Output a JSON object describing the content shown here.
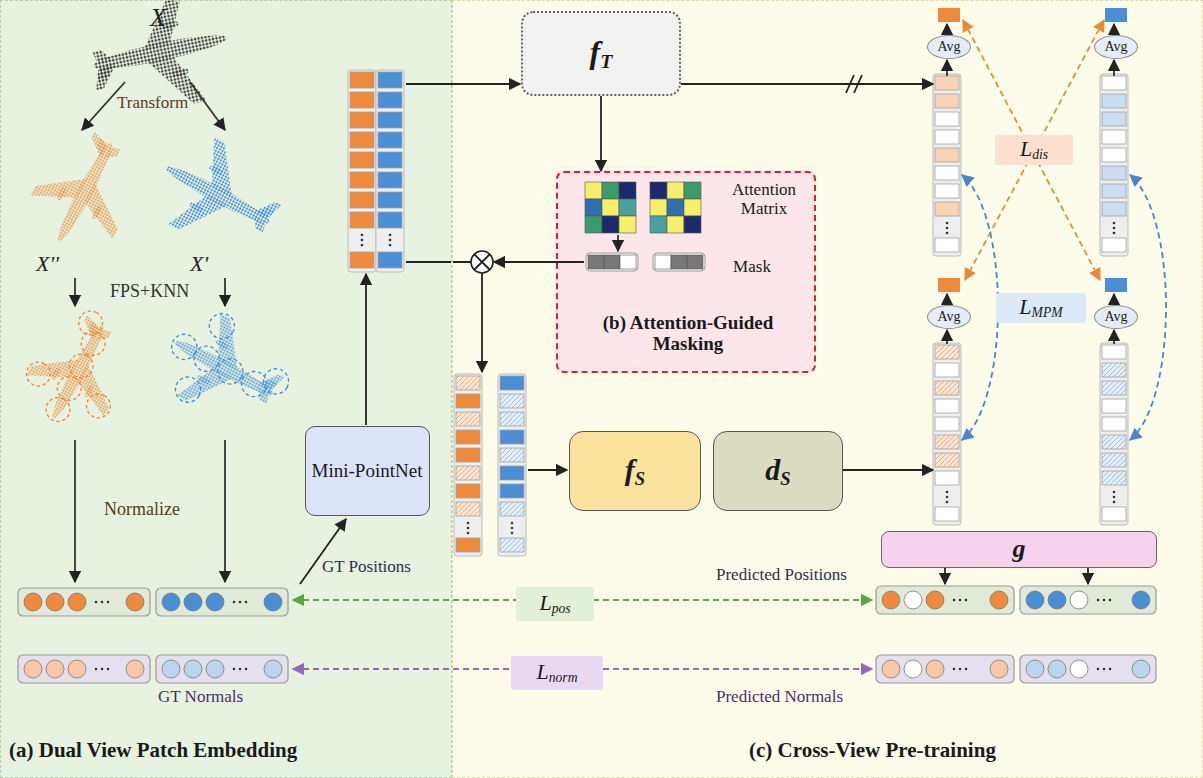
{
  "diagram": {
    "nodes": [
      {
        "text": [
          "(a) Dual View Patch Embedding"
        ]
      },
      {
        "text": [
          "(c) Cross-View Pre-training"
        ]
      },
      {
        "text": [
          "Mini-PointNet"
        ],
        "in": 0
      },
      {
        "text": [
          "fT"
        ],
        "in": 1
      },
      {
        "text": [
          "Attention Matrix",
          "Mask",
          "(b) Attention-Guided Masking"
        ],
        "in": 1
      },
      {
        "text": [
          "fS"
        ],
        "in": 1
      },
      {
        "text": [
          "dS"
        ],
        "in": 1
      },
      {
        "text": [
          "g"
        ],
        "in": 1
      },
      {
        "text": [
          "Avg"
        ],
        "in": 1
      },
      {
        "text": [
          "Avg"
        ],
        "in": 1
      },
      {
        "text": [
          "Ldis"
        ],
        "in": 1
      },
      {
        "text": [
          "Avg"
        ],
        "in": 1
      },
      {
        "text": [
          "Avg"
        ],
        "in": 1
      },
      {
        "text": [
          "LMPM"
        ],
        "in": 1
      },
      {
        "text": [
          "Lpos"
        ],
        "in": 1
      },
      {
        "text": [
          "Lnorm"
        ],
        "in": 1
      }
    ],
    "edges": [
      {
        "from": 3,
        "to": 4,
        "arrow": "to"
      }
    ],
    "labels": [
      "X",
      "Transform",
      "X''",
      "X'",
      "FPS+KNN",
      "Normalize",
      "GT Positions",
      "Predicted Positions",
      "GT Normals",
      "Predicted Normals"
    ]
  }
}
